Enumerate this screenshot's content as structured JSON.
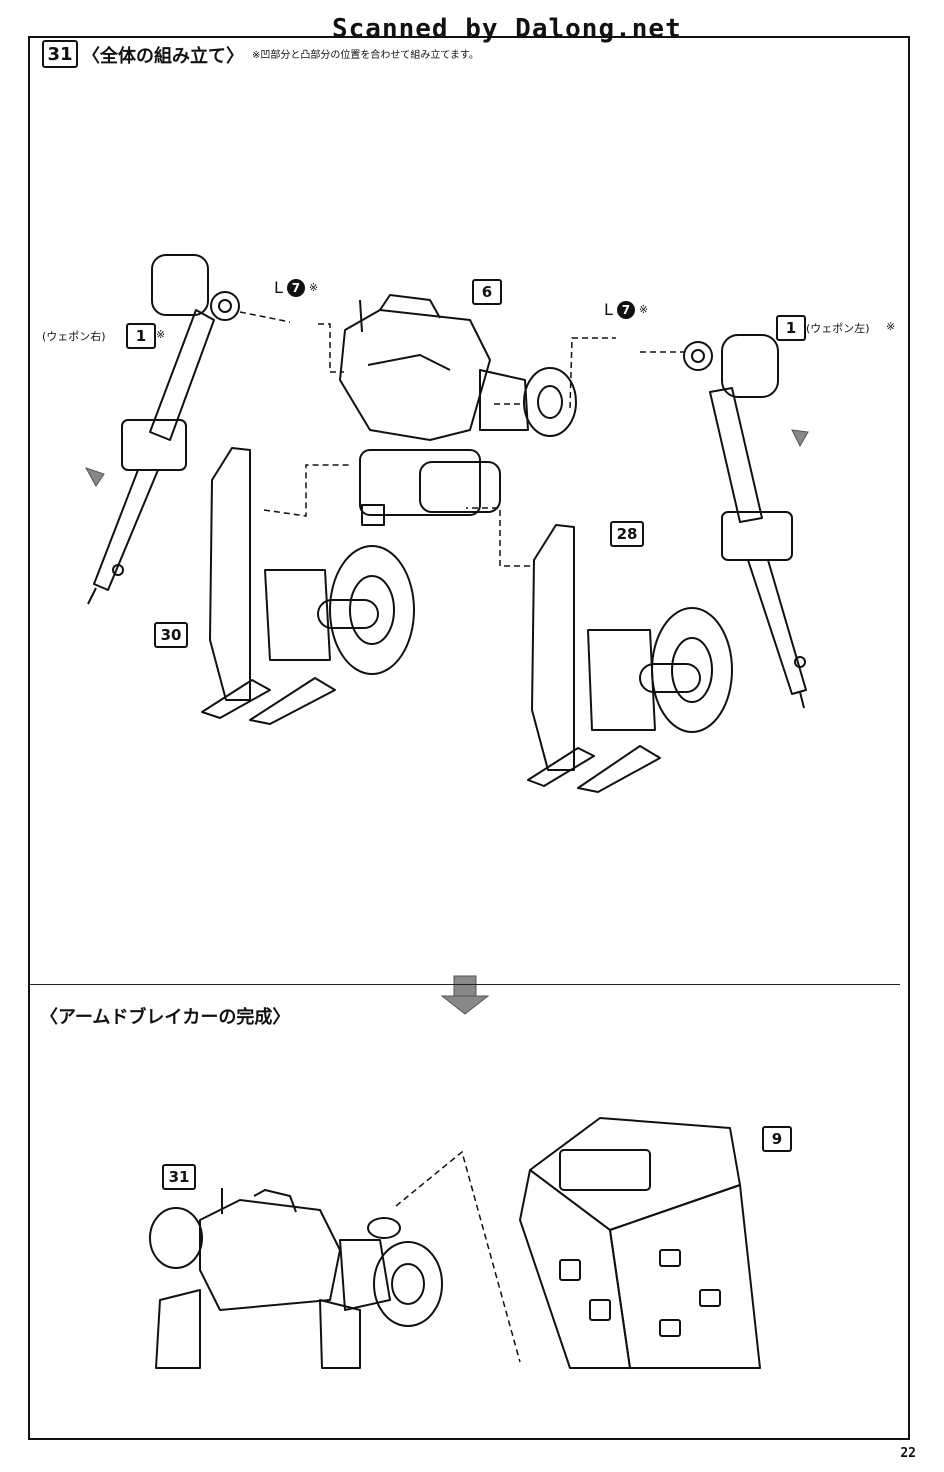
{
  "watermark": "Scanned by Dalong.net",
  "step": {
    "number": "31",
    "title": "〈全体の組み立て〉",
    "note": "※凹部分と凸部分の位置を合わせて組み立てます。"
  },
  "callouts": {
    "weapon_right_num": "1",
    "weapon_right_label": "(ウェポン右)",
    "weapon_left_num": "1",
    "weapon_left_label": "(ウェポン左)",
    "torso_num": "6",
    "leg_left_num": "30",
    "leg_right_num": "28",
    "assembled_num": "31",
    "base_num": "9"
  },
  "parts": {
    "left_part_letter": "L",
    "left_part_num": "7",
    "right_part_letter": "L",
    "right_part_num": "7",
    "mark": "※"
  },
  "final": {
    "title": "〈アームドブレイカーの完成〉"
  },
  "page_number": "22"
}
